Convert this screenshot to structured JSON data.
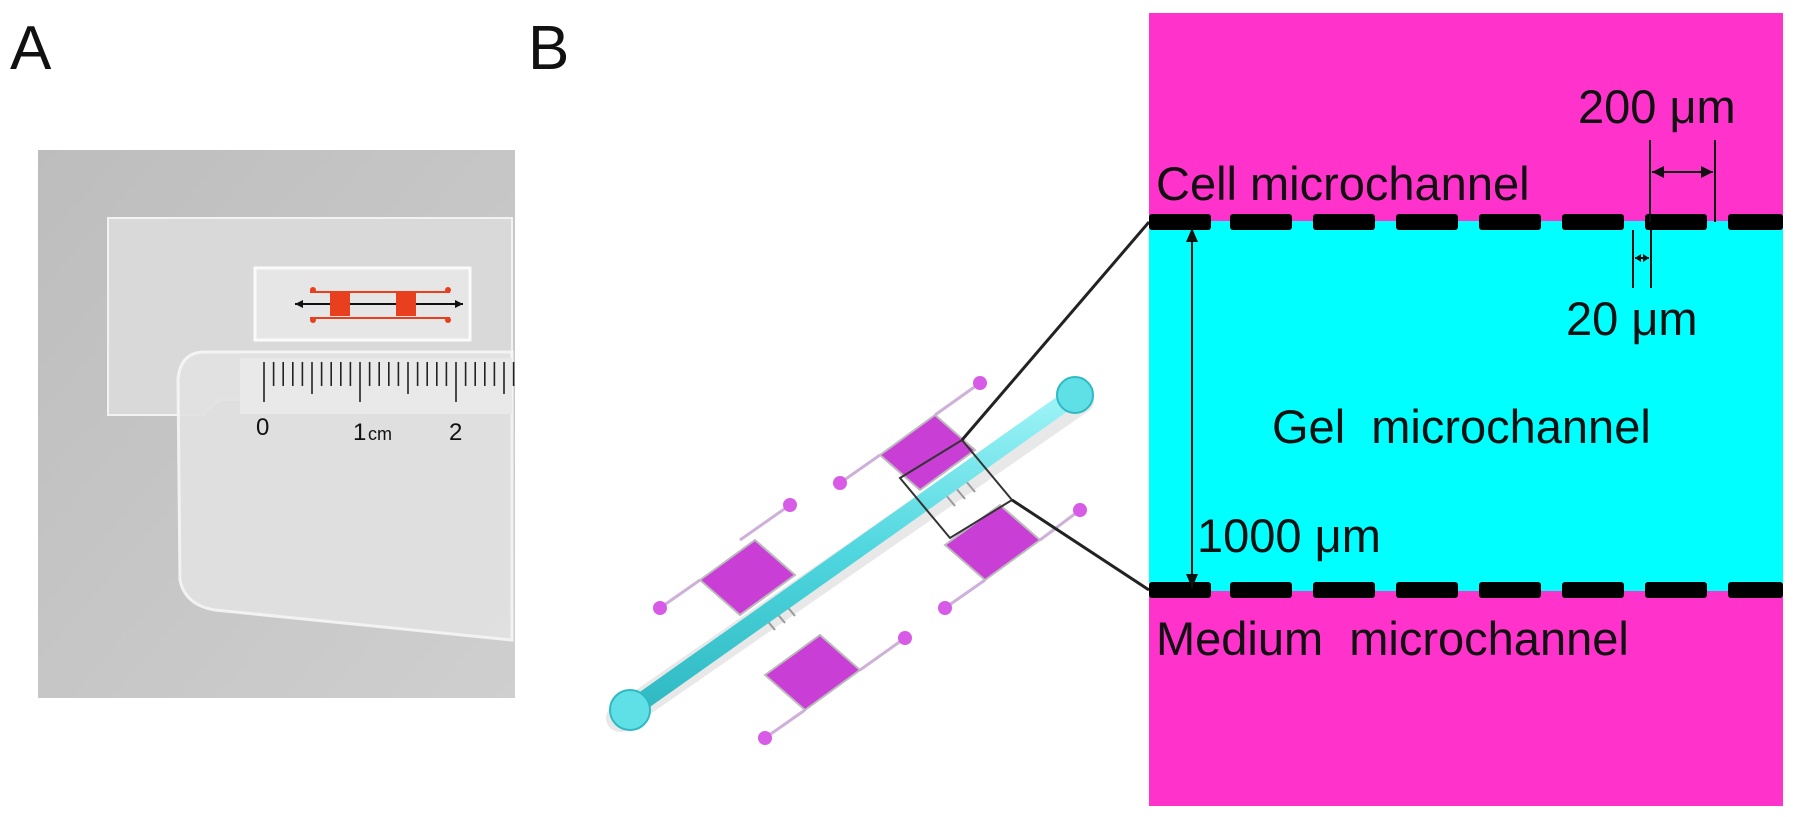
{
  "panels": {
    "a_label": "A",
    "b_label": "B"
  },
  "ruler": {
    "tick_0": "0",
    "tick_1": "1",
    "unit": "cm",
    "tick_2": "2"
  },
  "schematic": {
    "cell_channel_label": "Cell microchannel",
    "gel_channel_label": "Gel  microchannel",
    "medium_channel_label": "Medium  microchannel",
    "pillar_spacing_label": "200 μm",
    "pillar_gap_label": "20 μm",
    "channel_width_label": "1000 μm"
  },
  "colors": {
    "magenta": "#ff33cc",
    "cyan": "#00ffff",
    "device_magenta": "#cc44dd",
    "device_cyan": "#5fe0e6"
  }
}
